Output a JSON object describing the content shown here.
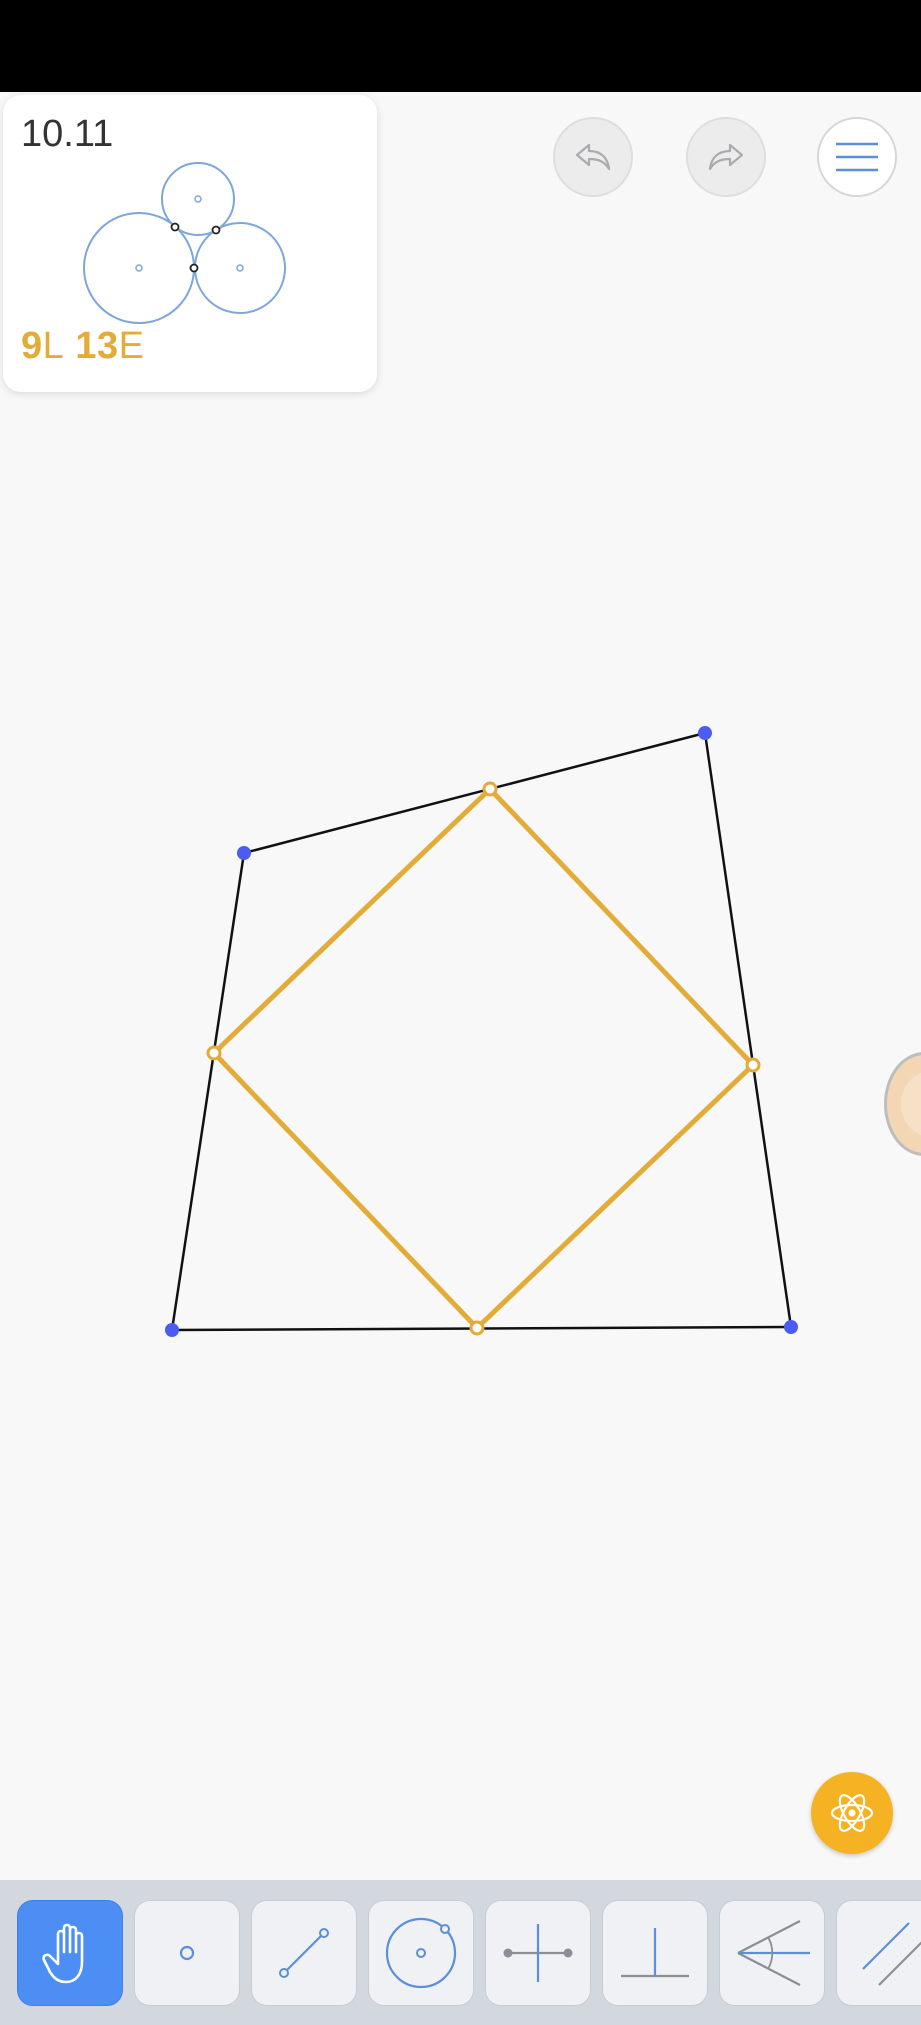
{
  "level": {
    "number": "10.11",
    "goal_lines_value": "9",
    "goal_lines_unit": "L",
    "goal_elements_value": "13",
    "goal_elements_unit": "E"
  },
  "colors": {
    "accent": "#e3ac38",
    "point_blue": "#4b5cf2",
    "tool_active": "#4d8ef5",
    "toolbar_bg": "#d3d8df",
    "icon_blue": "#5b8fd9"
  },
  "header": {
    "undo_icon": "undo-icon",
    "redo_icon": "redo-icon",
    "menu_icon": "hamburger-menu-icon"
  },
  "toolbar": {
    "tools": [
      {
        "name": "move-tool",
        "icon": "hand-icon",
        "active": true
      },
      {
        "name": "point-tool",
        "icon": "point-icon",
        "active": false
      },
      {
        "name": "line-tool",
        "icon": "line-segment-icon",
        "active": false
      },
      {
        "name": "circle-tool",
        "icon": "circle-icon",
        "active": false
      },
      {
        "name": "perpendicular-bisector-tool",
        "icon": "perpendicular-bisector-icon",
        "active": false
      },
      {
        "name": "perpendicular-tool",
        "icon": "perpendicular-icon",
        "active": false
      },
      {
        "name": "angle-bisector-tool",
        "icon": "angle-bisector-icon",
        "active": false
      },
      {
        "name": "parallel-tool",
        "icon": "parallel-icon",
        "active": false
      }
    ]
  },
  "floating": {
    "magic_icon": "atom-icon",
    "hint_icon": "hint-icon"
  }
}
